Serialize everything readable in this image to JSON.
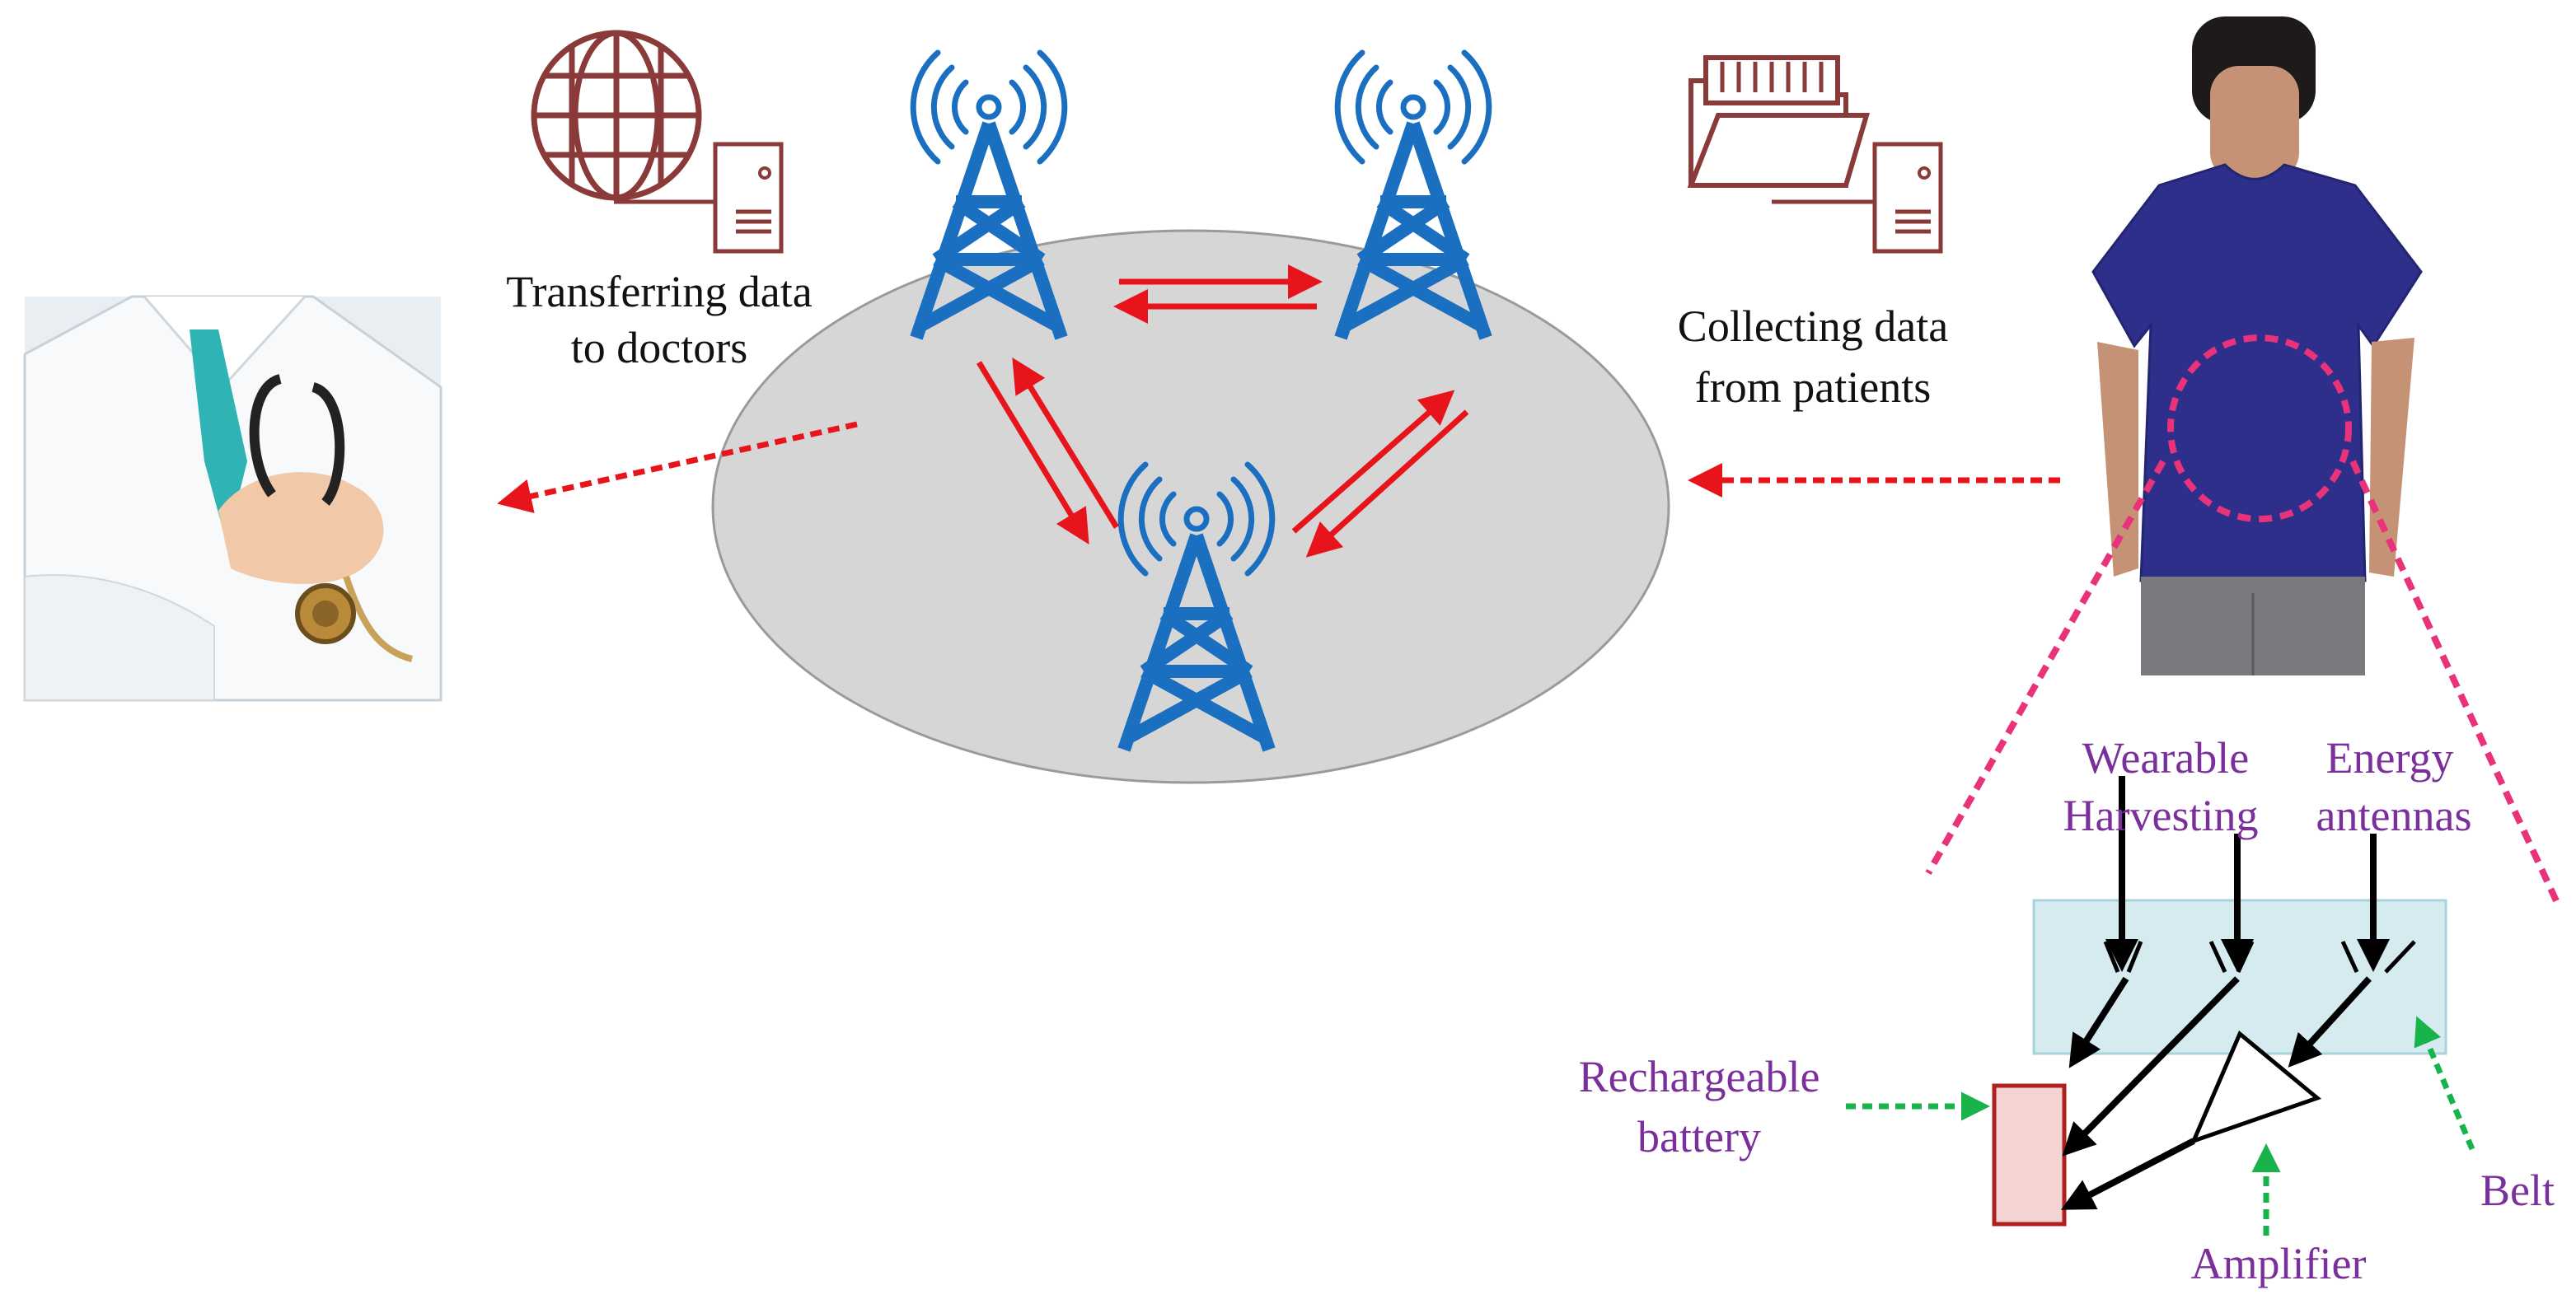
{
  "labels": {
    "transfer_line1": "Transferring data",
    "transfer_line2": "to doctors",
    "collect_line1": "Collecting data",
    "collect_line2": "from patients",
    "wearable": "Wearable",
    "energy": "Energy",
    "harvesting": "Harvesting",
    "antennas": "antennas",
    "rechargeable_line1": "Rechargeable",
    "rechargeable_line2": "battery",
    "belt": "Belt",
    "amplifier": "Amplifier"
  },
  "colors": {
    "tower": "#1b6fc0",
    "link_arrow": "#e8141c",
    "icon": "#8b3a3a",
    "highlight": "#e8327a",
    "annotation_arrow": "#18b34a",
    "label_purple": "#7b2f9c",
    "network_area": "#d6d6d6",
    "belt_fill": "#d5ebf0",
    "battery_fill": "#f4d3d3",
    "shirt": "#2d2f8a"
  },
  "icons": {
    "globe": "globe-icon",
    "server": "server-icon",
    "folder": "folder-icon",
    "tower": "cell-tower-icon"
  }
}
